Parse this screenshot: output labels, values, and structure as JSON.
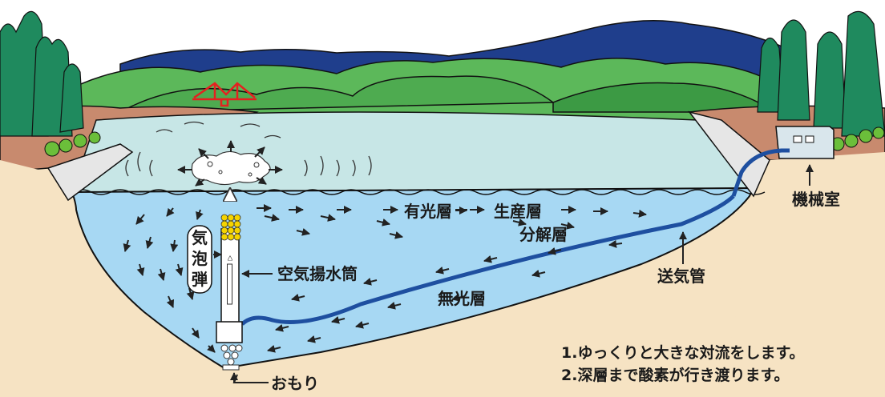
{
  "labels": {
    "euphotic": "有光層",
    "production": "生産層",
    "decomposition": "分解層",
    "aphotic": "無光層",
    "machine_room": "機械室",
    "air_pipe": "送気管",
    "air_lift_tube": "空気揚水筒",
    "bubble_shot": [
      "気",
      "泡",
      "弾"
    ],
    "weight": "おもり"
  },
  "notes": [
    "1.ゆっくりと大きな対流をします。",
    "2.深層まで酸素が行き渡ります。"
  ],
  "colors": {
    "sky": "#ffffff",
    "mountain_far": "#1f3e8c",
    "hills": "#5cb85a",
    "hills_dark": "#3c9a44",
    "forest": "#1f8a5e",
    "bank": "#c88a6e",
    "surface_water": "#c7e6e6",
    "deep_water": "#a7d8f3",
    "ground": "#f6e3c3",
    "pipe": "#1e4fa0",
    "arrow": "#222222",
    "bridge": "#e52020"
  }
}
